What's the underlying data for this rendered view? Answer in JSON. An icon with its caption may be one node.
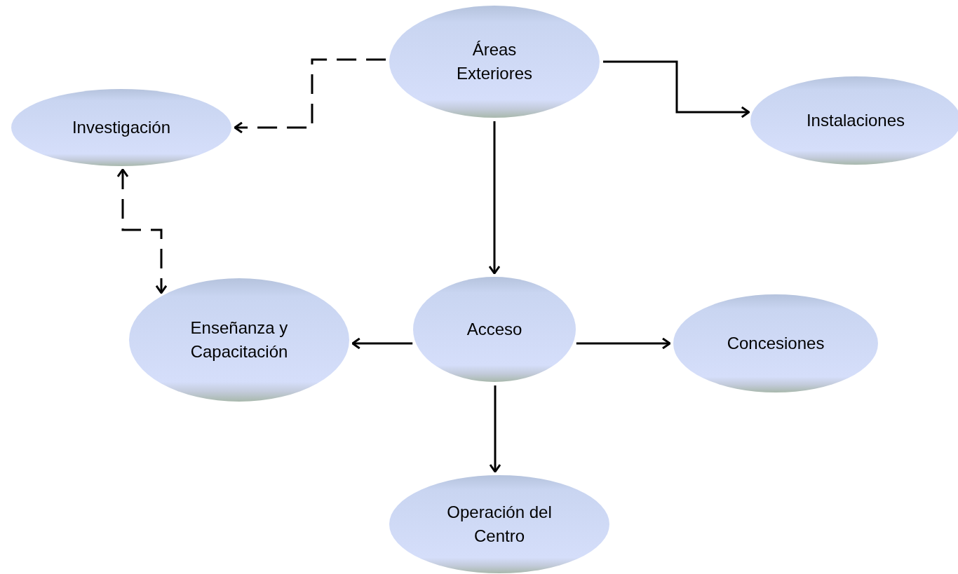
{
  "diagram": {
    "nodes": [
      {
        "text": [
          "Áreas Exteriores"
        ]
      },
      {
        "text": [
          "Investigación"
        ]
      },
      {
        "text": [
          "Instalaciones"
        ]
      },
      {
        "text": [
          "Enseñanza y Capacitación"
        ]
      },
      {
        "text": [
          "Acceso"
        ]
      },
      {
        "text": [
          "Concesiones"
        ]
      },
      {
        "text": [
          "Operación del Centro"
        ]
      }
    ],
    "edges": [
      {
        "from": 0,
        "to": 1,
        "arrow": "to",
        "style": "dashed"
      },
      {
        "from": 0,
        "to": 2,
        "arrow": "to"
      },
      {
        "from": 0,
        "to": 4,
        "arrow": "to"
      },
      {
        "from": 1,
        "to": 3,
        "arrow": "both",
        "style": "dashed"
      },
      {
        "from": 4,
        "to": 3,
        "arrow": "to"
      },
      {
        "from": 4,
        "to": 5,
        "arrow": "to"
      },
      {
        "from": 4,
        "to": 6,
        "arrow": "to"
      }
    ]
  }
}
